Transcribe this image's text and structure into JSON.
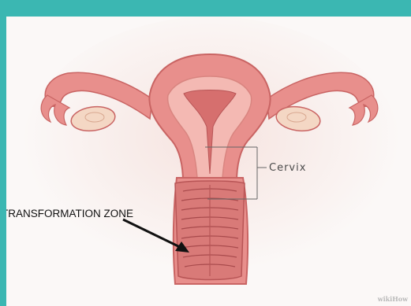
{
  "labels": {
    "cervix": "Cervix",
    "transformation_zone": "TRANSFORMATION  ZONE"
  },
  "watermark": "wikiHow",
  "colors": {
    "frame": "#3bb7b2",
    "background": "#fbf8f7",
    "tissue": "#e88f8c",
    "tissue_dark": "#c96463",
    "tissue_light": "#f4b9b3",
    "ovary": "#f4d7c4",
    "arrow": "#111111"
  }
}
